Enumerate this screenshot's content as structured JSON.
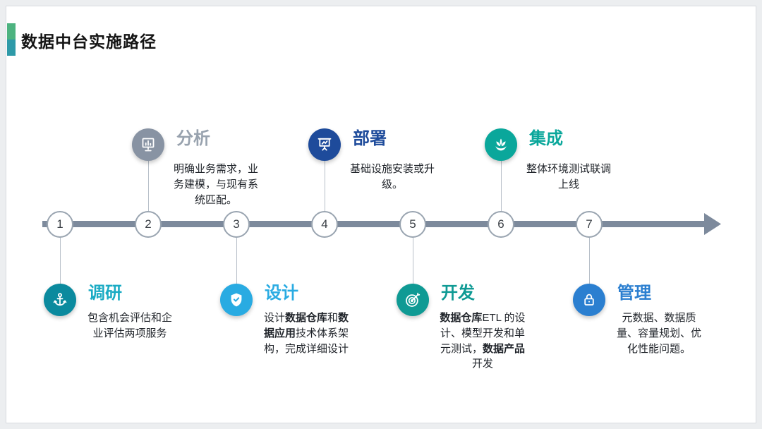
{
  "slide": {
    "title": "数据中台实施路径",
    "accent_green": "#4db380",
    "accent_teal": "#2e9aa8"
  },
  "timeline": {
    "color": "#7d8a9c",
    "number_circle_border": "#99a4b0"
  },
  "steps": [
    {
      "number": "1",
      "label": "调研",
      "icon": "anchor-icon",
      "icon_color": "#0b8a9e",
      "label_color": "#1aabc4",
      "position": "below",
      "desc_segments": [
        {
          "text": "包含机会评估和企业评估两项服务",
          "bold": false
        }
      ]
    },
    {
      "number": "2",
      "label": "分析",
      "icon": "bar-chart-icon",
      "icon_color": "#8893a3",
      "label_color": "#98a2ae",
      "position": "above",
      "desc_segments": [
        {
          "text": "明确业务需求，业务建模，与现有系统匹配。",
          "bold": false
        }
      ]
    },
    {
      "number": "3",
      "label": "设计",
      "icon": "shield-check-icon",
      "icon_color": "#29abe2",
      "label_color": "#29abe2",
      "position": "below",
      "desc_segments": [
        {
          "text": "设计",
          "bold": false
        },
        {
          "text": "数据仓库",
          "bold": true
        },
        {
          "text": "和",
          "bold": false
        },
        {
          "text": "数据应用",
          "bold": true
        },
        {
          "text": "技术体系架构，完成详细设计",
          "bold": false
        }
      ]
    },
    {
      "number": "4",
      "label": "部署",
      "icon": "presentation-chart-icon",
      "icon_color": "#1e4b9b",
      "label_color": "#1e4b9b",
      "position": "above",
      "desc_segments": [
        {
          "text": "基础设施安装或升级。",
          "bold": false
        }
      ]
    },
    {
      "number": "5",
      "label": "开发",
      "icon": "target-icon",
      "icon_color": "#0f9a94",
      "label_color": "#0f9a94",
      "position": "below",
      "desc_segments": [
        {
          "text": "数据仓库",
          "bold": true
        },
        {
          "text": "ETL 的设计、模型开发和单元测试，",
          "bold": false
        },
        {
          "text": "数据产品",
          "bold": true
        },
        {
          "text": "开发",
          "bold": false
        }
      ]
    },
    {
      "number": "6",
      "label": "集成",
      "icon": "lotus-icon",
      "icon_color": "#0aa79b",
      "label_color": "#0aa79b",
      "position": "above",
      "desc_segments": [
        {
          "text": "整体环境测试联调上线",
          "bold": false
        }
      ]
    },
    {
      "number": "7",
      "label": "管理",
      "icon": "lock-icon",
      "icon_color": "#2b7fd0",
      "label_color": "#2b7fd0",
      "position": "below",
      "desc_segments": [
        {
          "text": "元数据、数据质量、容量规划、优化性能问题。",
          "bold": false
        }
      ]
    }
  ]
}
